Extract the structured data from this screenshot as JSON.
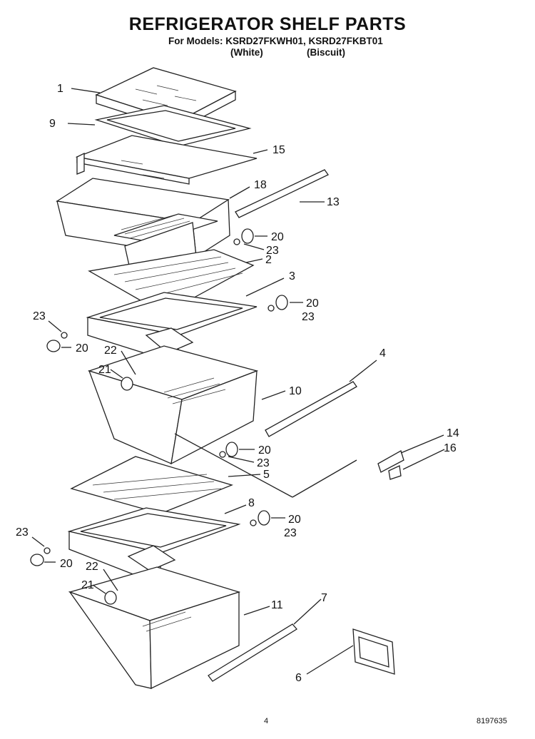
{
  "header": {
    "title": "REFRIGERATOR SHELF PARTS",
    "models_line": "For Models: KSRD27FKWH01, KSRD27FKBT01",
    "color_white": "(White)",
    "color_biscuit": "(Biscuit)"
  },
  "callouts": {
    "c1": "1",
    "c9": "9",
    "c15": "15",
    "c18": "18",
    "c13": "13",
    "c20a": "20",
    "c23a": "23",
    "c2": "2",
    "c3": "3",
    "c20b": "20",
    "c23b": "23",
    "c23c": "23",
    "c20c": "20",
    "c22a": "22",
    "c21a": "21",
    "c4": "4",
    "c10": "10",
    "c14": "14",
    "c16": "16",
    "c20d": "20",
    "c23d": "23",
    "c5": "5",
    "c8": "8",
    "c20e": "20",
    "c23e": "23",
    "c23f": "23",
    "c20f": "20",
    "c22b": "22",
    "c21b": "21",
    "c7": "7",
    "c11": "11",
    "c6": "6"
  },
  "footer": {
    "page_number": "4",
    "doc_number": "8197635"
  }
}
